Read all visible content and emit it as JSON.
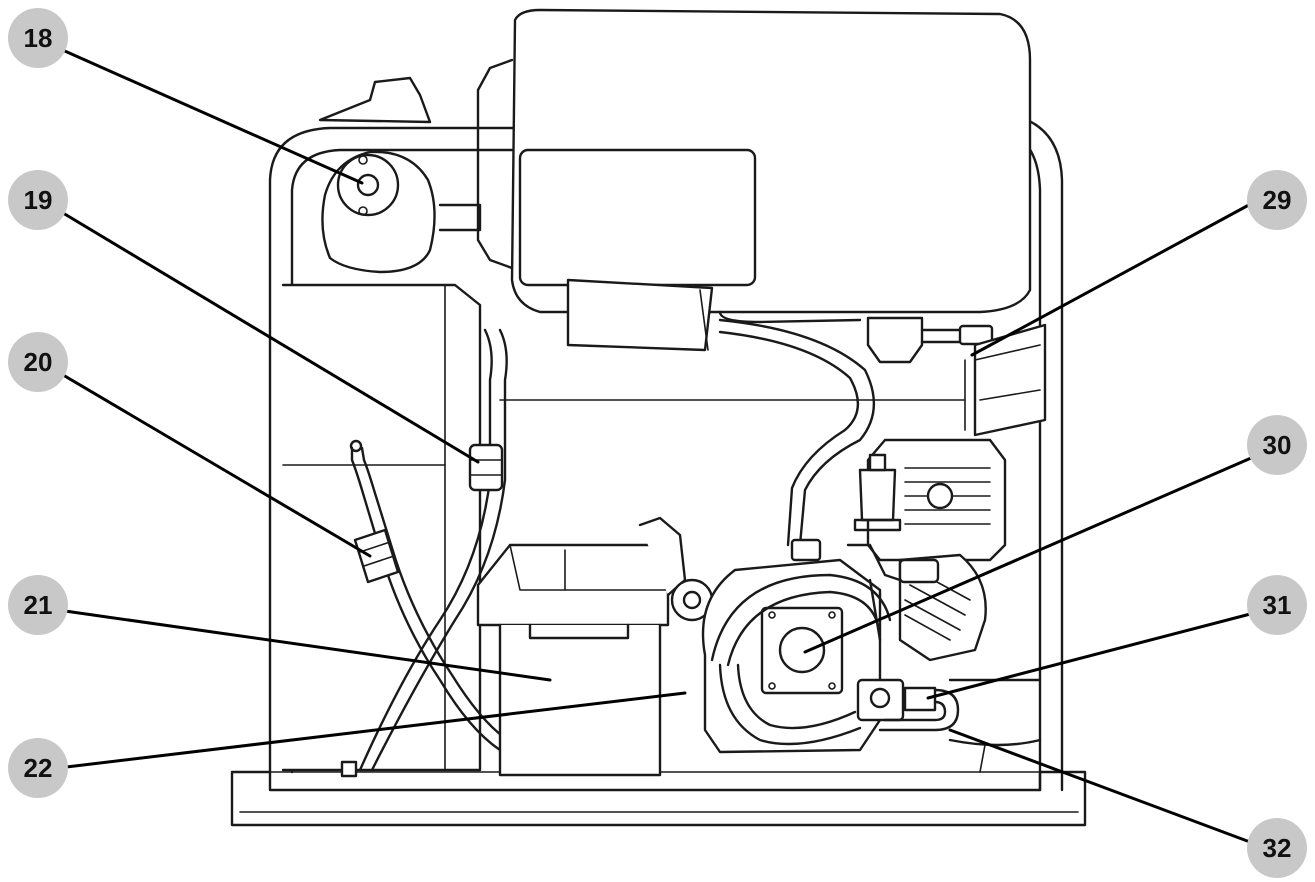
{
  "colors": {
    "line": "#1a1a1a",
    "badge": "#c8c8c8",
    "badge_text": "#111111",
    "background": "#ffffff"
  },
  "callouts": [
    {
      "id": "callout-18",
      "label": "18"
    },
    {
      "id": "callout-19",
      "label": "19"
    },
    {
      "id": "callout-20",
      "label": "20"
    },
    {
      "id": "callout-21",
      "label": "21"
    },
    {
      "id": "callout-22",
      "label": "22"
    },
    {
      "id": "callout-29",
      "label": "29"
    },
    {
      "id": "callout-30",
      "label": "30"
    },
    {
      "id": "callout-31",
      "label": "31"
    },
    {
      "id": "callout-32",
      "label": "32"
    }
  ]
}
